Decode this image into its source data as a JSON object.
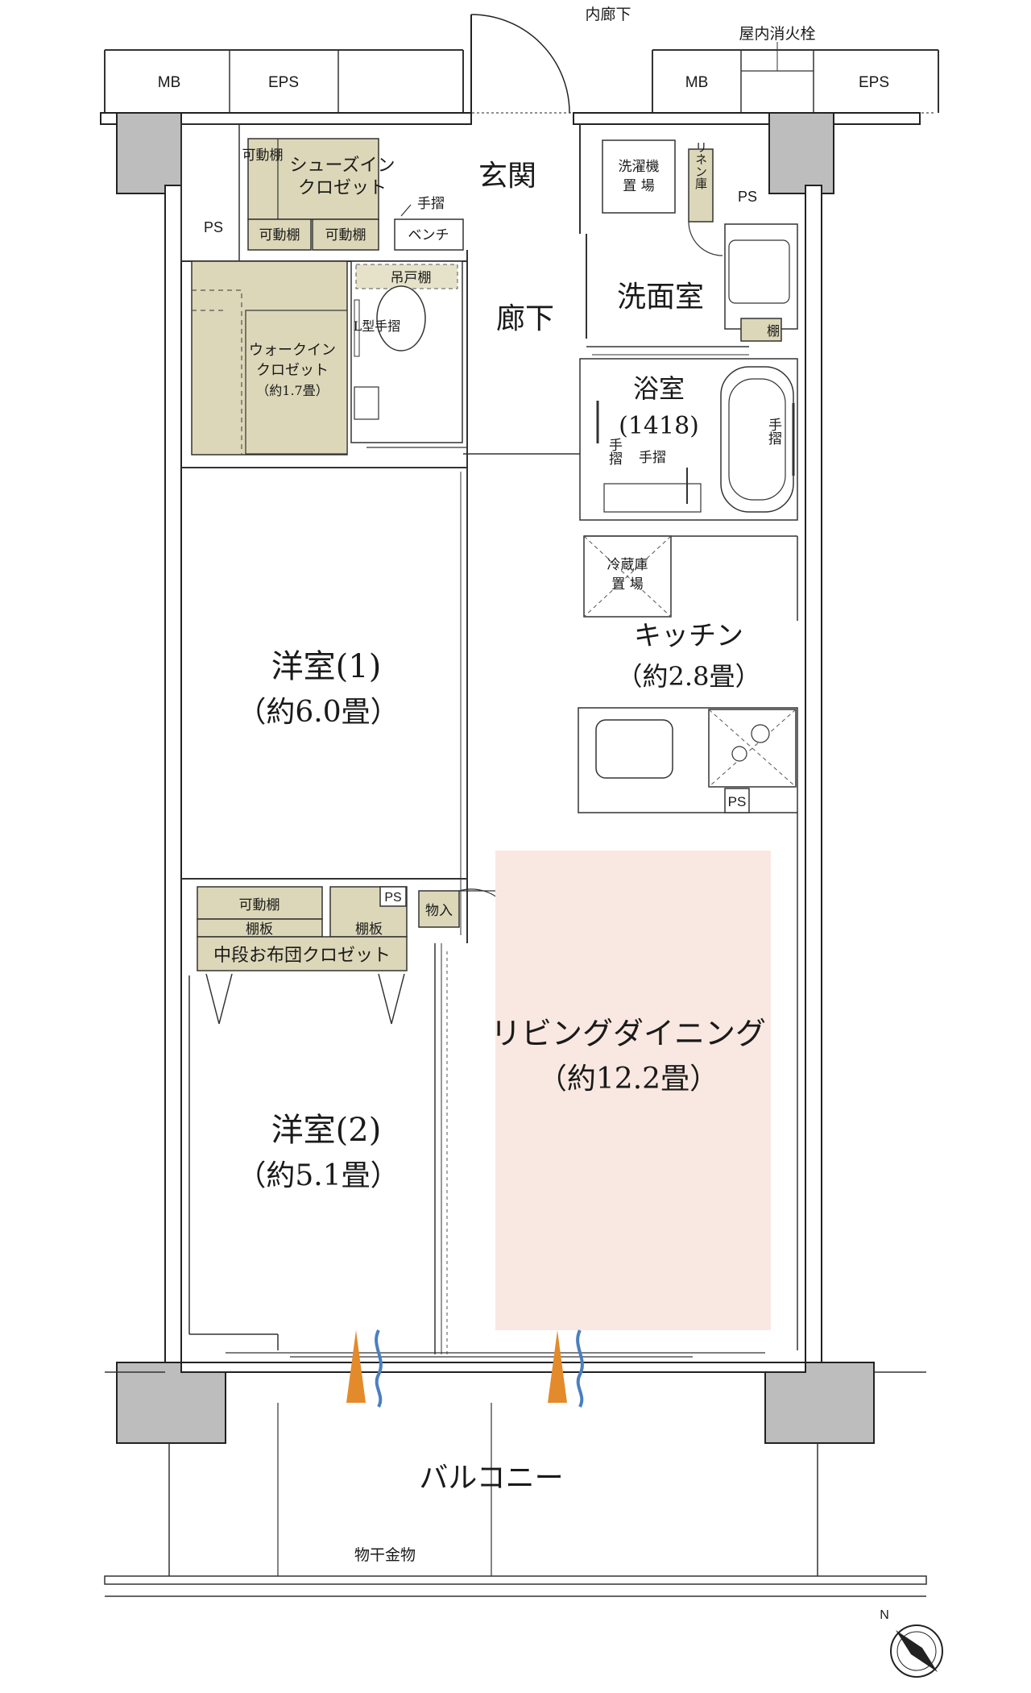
{
  "plan": {
    "corridor_label": "内廊下",
    "fire_hydrant_label": "屋内消火栓",
    "mb_left": "MB",
    "eps_left": "EPS",
    "mb_right": "MB",
    "eps_right": "EPS",
    "entrance": "玄関",
    "shoes_closet_line1": "シューズイン",
    "shoes_closet_line2": "クロゼット",
    "movable_shelf_v": "可動棚",
    "movable_shelf_1": "可動棚",
    "movable_shelf_2": "可動棚",
    "handrail_entry": "手摺",
    "bench": "ベンチ",
    "ps_entry": "PS",
    "wic_line1": "ウォークイン",
    "wic_line2": "クロゼット",
    "wic_line3": "（約1.7畳）",
    "hanging_shelf": "吊戸棚",
    "l_handrail": "L型手摺",
    "hallway": "廊下",
    "washer_line1": "洗濯機",
    "washer_line2": "置 場",
    "linen": "リネン庫",
    "ps_wash": "PS",
    "washroom": "洗面室",
    "shelf_wash": "棚",
    "bath_title": "浴室",
    "bath_size": "(1418)",
    "bath_handrail_left": "手摺",
    "bath_handrail_mid": "手摺",
    "bath_handrail_right": "手摺",
    "fridge_line1": "冷蔵庫",
    "fridge_line2": "置 場",
    "kitchen_title": "キッチン",
    "kitchen_size": "（約2.8畳）",
    "ps_kitchen": "PS",
    "room1_title": "洋室(1)",
    "room1_size": "（約6.0畳）",
    "movable_shelf_3": "可動棚",
    "shelf_board_1": "棚板",
    "shelf_board_2": "棚板",
    "futon_closet": "中段お布団クロゼット",
    "ps_room2": "PS",
    "storage": "物入",
    "room2_title": "洋室(2)",
    "room2_size": "（約5.1畳）",
    "ldk_title": "リビングダイニング",
    "ldk_size": "（約12.2畳）",
    "balcony": "バルコニー",
    "drying_hardware": "物干金物",
    "compass_n": "N"
  },
  "colors": {
    "ldk_fill": "#f9e8e1",
    "storage_fill": "#dcd7b8",
    "column_fill": "#bdbdbd",
    "breeze_orange": "#e38a2a",
    "breeze_blue": "#4a7fc0"
  }
}
